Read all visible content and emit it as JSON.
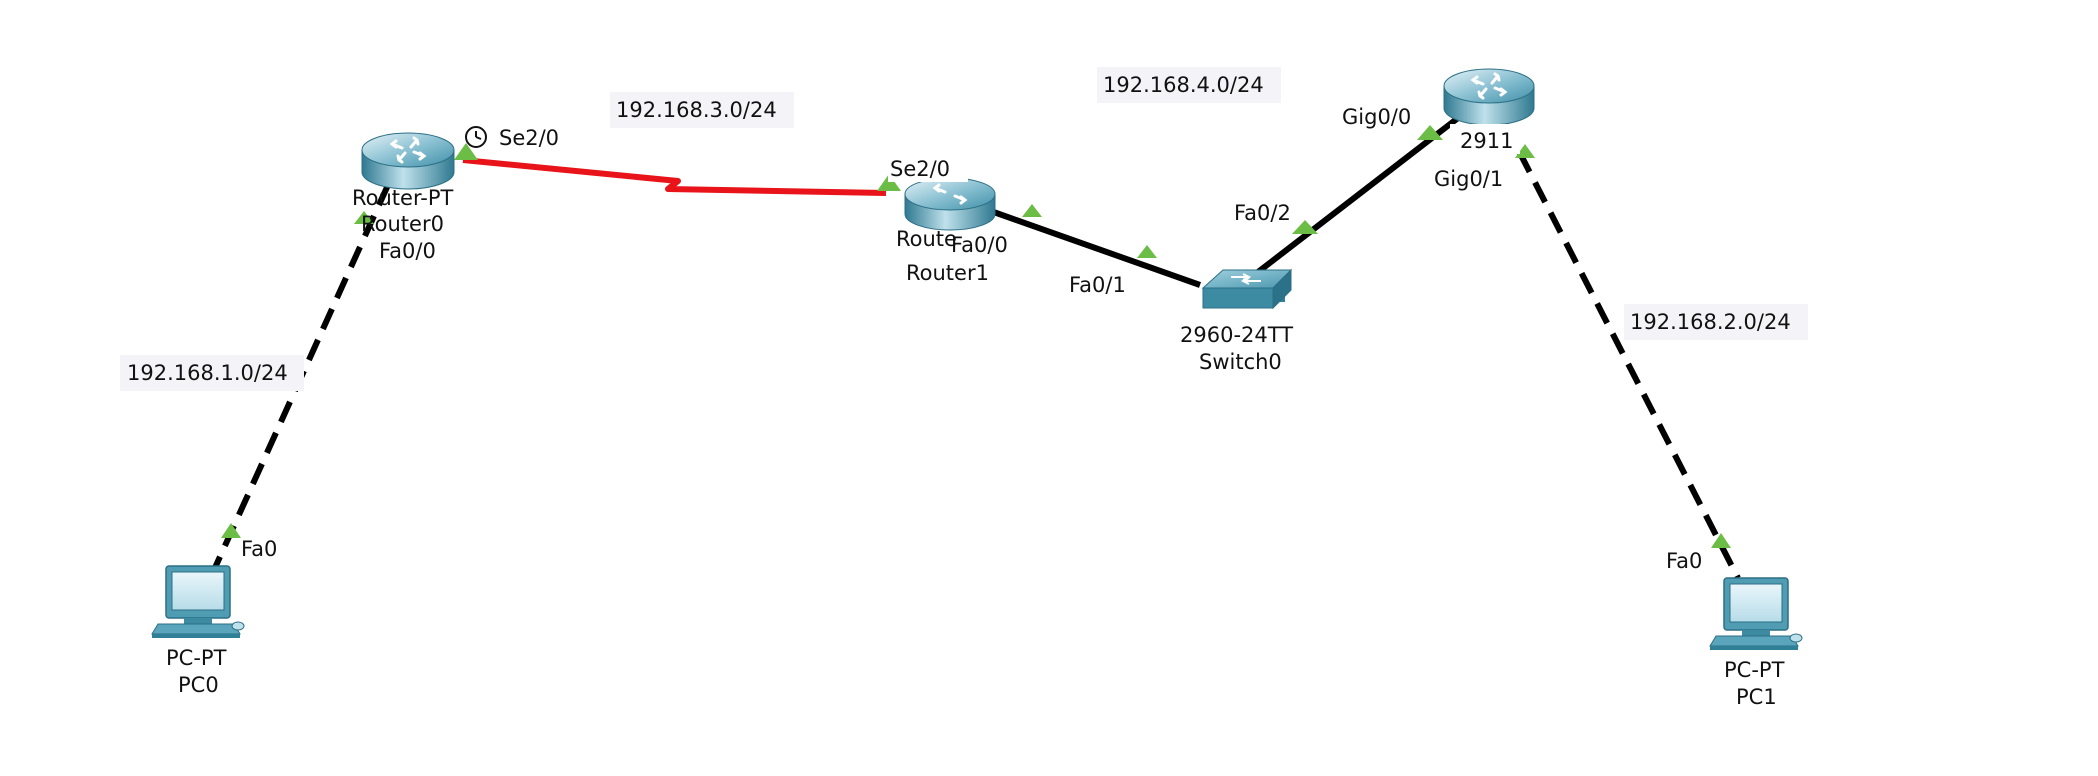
{
  "colors": {
    "serial_link": "#e8141a",
    "ethernet_link": "#000000",
    "port_up": "#6cbd45",
    "device": "#4f9cb3"
  },
  "devices": {
    "router0": {
      "model": "Router-PT",
      "name": "Router0",
      "icon": "router-icon"
    },
    "router1": {
      "model": "Route",
      "name": "Router1",
      "icon": "router-icon"
    },
    "router2": {
      "model": "2911",
      "icon": "router-icon"
    },
    "switch0": {
      "model": "2960-24TT",
      "name": "Switch0",
      "icon": "switch-icon"
    },
    "pc0": {
      "model": "PC-PT",
      "name": "PC0",
      "icon": "pc-icon"
    },
    "pc1": {
      "model": "PC-PT",
      "name": "PC1",
      "icon": "pc-icon"
    }
  },
  "ports": {
    "router0_se": "Se2/0",
    "router0_fa": "Fa0/0",
    "router1_se": "Se2/0",
    "router1_fa": "Fa0/0",
    "switch_fa1": "Fa0/1",
    "switch_fa2": "Fa0/2",
    "router2_gig0": "Gig0/0",
    "router2_gig1": "Gig0/1",
    "pc0_fa": "Fa0",
    "pc1_fa": "Fa0"
  },
  "networks": {
    "net1": "192.168.1.0/24",
    "net2": "192.168.2.0/24",
    "net3": "192.168.3.0/24",
    "net4": "192.168.4.0/24"
  },
  "icons": {
    "clock": "clock-icon"
  }
}
